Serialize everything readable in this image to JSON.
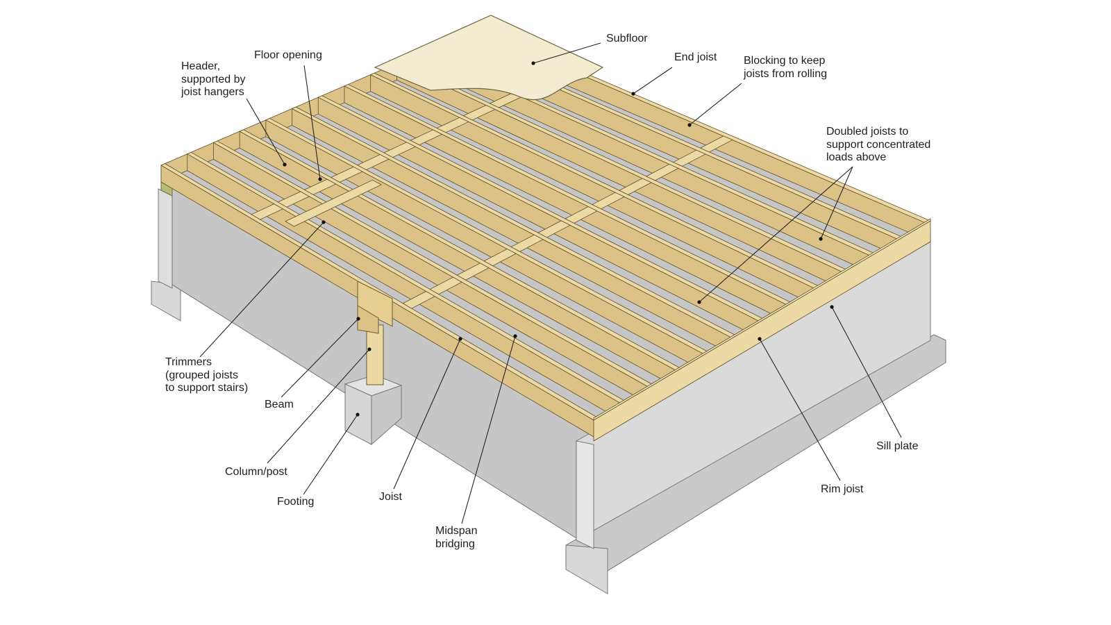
{
  "labels": {
    "subfloor": [
      "Subfloor"
    ],
    "floor_opening": [
      "Floor opening"
    ],
    "header": [
      "Header,",
      "supported by",
      "joist hangers"
    ],
    "end_joist": [
      "End joist"
    ],
    "blocking": [
      "Blocking to keep",
      "joists from rolling"
    ],
    "doubled_joists": [
      "Doubled joists to",
      "support concentrated",
      "loads above"
    ],
    "trimmers": [
      "Trimmers",
      "(grouped joists",
      "to support stairs)"
    ],
    "beam": [
      "Beam"
    ],
    "column_post": [
      "Column/post"
    ],
    "footing": [
      "Footing"
    ],
    "joist": [
      "Joist"
    ],
    "midspan_bridging": [
      "Midspan",
      "bridging"
    ],
    "rim_joist": [
      "Rim joist"
    ],
    "sill_plate": [
      "Sill plate"
    ]
  },
  "colors": {
    "wood": "#ecd9a4",
    "wood_side": "#dcc286",
    "concrete": "#d4d4d4",
    "concrete_dark": "#bdbdbd",
    "sill": "#b8bc7a",
    "subfloor": "#f3ecd0"
  }
}
